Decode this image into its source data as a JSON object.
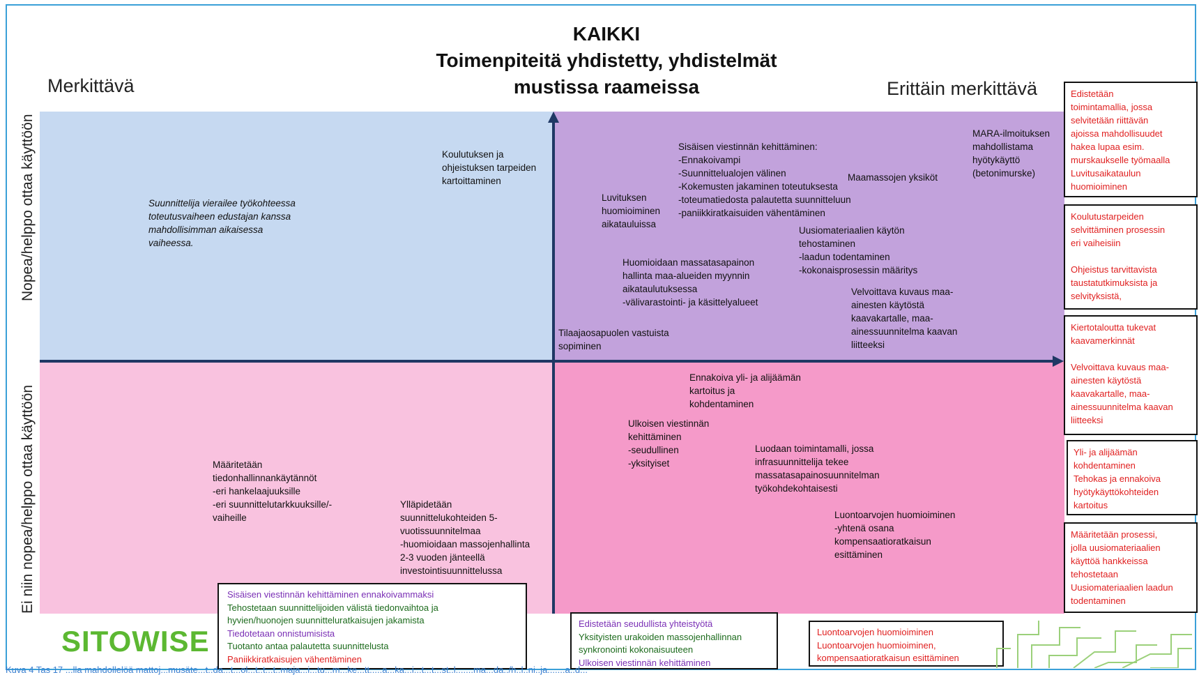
{
  "title": [
    "KAIKKI",
    "Toimenpiteitä yhdistetty, yhdistelmät",
    "mustissa raameissa"
  ],
  "x_axis": {
    "left": "Merkittävä",
    "right": "Erittäin merkittävä"
  },
  "y_axis": {
    "top": "Nopea/helppo ottaa käyttöön",
    "bottom": "Ei niin nopea/helppo ottaa käyttöön"
  },
  "colors": {
    "top_left": "#c6d9f1",
    "top_right": "#c2a2dc",
    "bottom_left": "#f9c2df",
    "bottom_right": "#f59ac9",
    "axis": "#1f3864",
    "red": "#e02020",
    "purple": "#7a2fb5",
    "green": "#1d6b1d",
    "logo": "#5cb832"
  },
  "notes": {
    "koulutus": "Koulutuksen ja\nohjeistuksen tarpeiden\nkartoittaminen",
    "suunnittelija": "Suunnittelija vierailee työkohteessa\ntoteutusvaiheen edustajan kanssa\nmahdollisimman aikaisessa\nvaiheessa.",
    "sisainen": "Sisäisen viestinnän kehittäminen:\n-Ennakoivampi\n-Suunnittelualojen välinen\n-Kokemusten jakaminen toteutuksesta\n-toteumatiedosta palautetta suunnitteluun\n-paniikkiratkaisuiden vähentäminen",
    "mara": "MARA-ilmoituksen\nmahdollistama\nhyötykäyttö\n(betonimurske)",
    "maamassojen": "Maamassojen yksiköt",
    "luvituksen": "Luvituksen\nhuomioiminen\naikatauluissa",
    "uusiomateriaalien": "Uusiomateriaalien käytön\ntehostaminen\n-laadun todentaminen\n-kokonaisprosessin määritys",
    "massatasapaino": "Huomioidaan massatasapainon\nhallinta maa-alueiden myynnin\naikataulutuksessa\n-välivarastointi- ja käsittelyalueet",
    "velvoittava": "Velvoittava kuvaus maa-\nainesten käytöstä\nkaavakartalle, maa-\nainessuunnitelma kaavan\nliitteeksi",
    "tilaajaosapuolen": "Tilaajaosapuolen vastuista\nsopiminen",
    "ennakoiva": "Ennakoiva yli- ja alijäämän\nkartoitus ja\nkohdentaminen",
    "ulkoisen": "Ulkoisen viestinnän\nkehittäminen\n-seudullinen\n-yksityiset",
    "luodaan": "Luodaan toimintamalli, jossa\ninfrasuunnittelija tekee\nmassatasapainosuunnitelman\ntyökohdekohtaisesti",
    "luontoarvojen": "Luontoarvojen huomioiminen\n-yhtenä osana\nkompensaatioratkaisun\nesittäminen",
    "maaritetaan": "Määritetään\ntiedonhallinnankäytännöt\n-eri hankelaajuuksille\n-eri suunnittelutarkkuuksille/-\nvaiheille",
    "yllapidetaan": "Ylläpidetään\nsuunnittelukohteiden 5-\nvuotissuunnitelmaa\n-huomioidaan massojenhallinta\n2-3 vuoden jänteellä\ninvestointisuunnittelussa"
  },
  "right_boxes": [
    "Edistetään\ntoimintamallia, jossa\nselvitetään riittävän\najoissa mahdollisuudet\nhakea lupaa esim.\nmurskaukselle työmaalla\nLuvitusaikataulun\nhuomioiminen",
    "Koulutustarpeiden\nselvittäminen prosessin\neri vaiheisiin\n\nOhjeistus tarvittavista\ntaustatutkimuksista ja\nselvityksistä,",
    "Kiertotaloutta tukevat\nkaavamerkinnät\n\nVelvoittava kuvaus maa-\nainesten käytöstä\nkaavakartalle, maa-\nainessuunnitelma kaavan\nliitteeksi",
    "Yli- ja alijäämän\nkohdentaminen\nTehokas ja ennakoiva\nhyötykäyttökohteiden\nkartoitus",
    "Määritetään prosessi,\njolla uusiomateriaalien\nkäyttöä hankkeissa\ntehostetaan\nUusiomateriaalien laadun\ntodentaminen"
  ],
  "bottom_box_1": {
    "line1": "Sisäisen viestinnän kehittäminen ennakoivammaksi",
    "line2": "Tehostetaan suunnittelijoiden välistä tiedonvaihtoa ja\nhyvien/huonojen suunnitteluratkaisujen jakamista",
    "line3": "Tiedotetaan onnistumisista",
    "line4": "Tuotanto antaa palautetta suunnittelusta",
    "line5": "Paniikkiratkaisujen vähentäminen"
  },
  "bottom_box_2": {
    "line1": "Edistetään seudullista yhteistyötä",
    "line2": "Yksityisten urakoiden massojenhallinnan\nsynkronointi kokonaisuuteen",
    "line3": "Ulkoisen viestinnän kehittäminen"
  },
  "bottom_box_3": {
    "line1": "Luontoarvojen huomioiminen",
    "line2": "Luontoarvojen huomioiminen,\nkompensaatioratkaisun esittäminen"
  },
  "logo": "SITOWISE",
  "caption": "Kuva 4 Tas 17 ...lla mahdollelöä mattoj...musäte...t..da...t...ol...t..t...t..maja...i...tu...m...ke...tt.....a...ka...i...t...t...st..l.......ma...da../h..l..ni..ja.......a..d..."
}
